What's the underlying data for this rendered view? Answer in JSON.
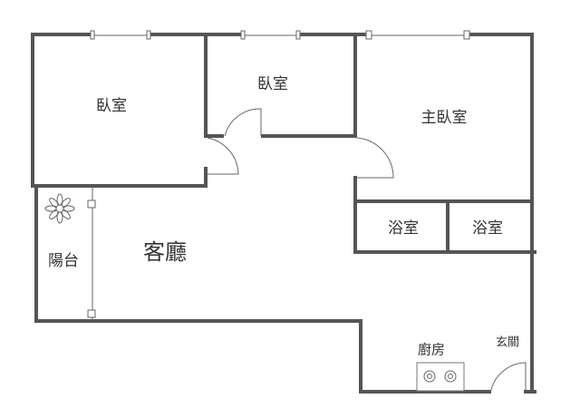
{
  "rooms": {
    "bedroom_left": "臥室",
    "bedroom_middle": "臥室",
    "master_bedroom": "主臥室",
    "bathroom_left": "浴室",
    "bathroom_right": "浴室",
    "living_room": "客廳",
    "balcony": "陽台",
    "kitchen": "廚房",
    "entrance": "玄關"
  },
  "colors": {
    "wall": "#555555",
    "text": "#333333"
  }
}
